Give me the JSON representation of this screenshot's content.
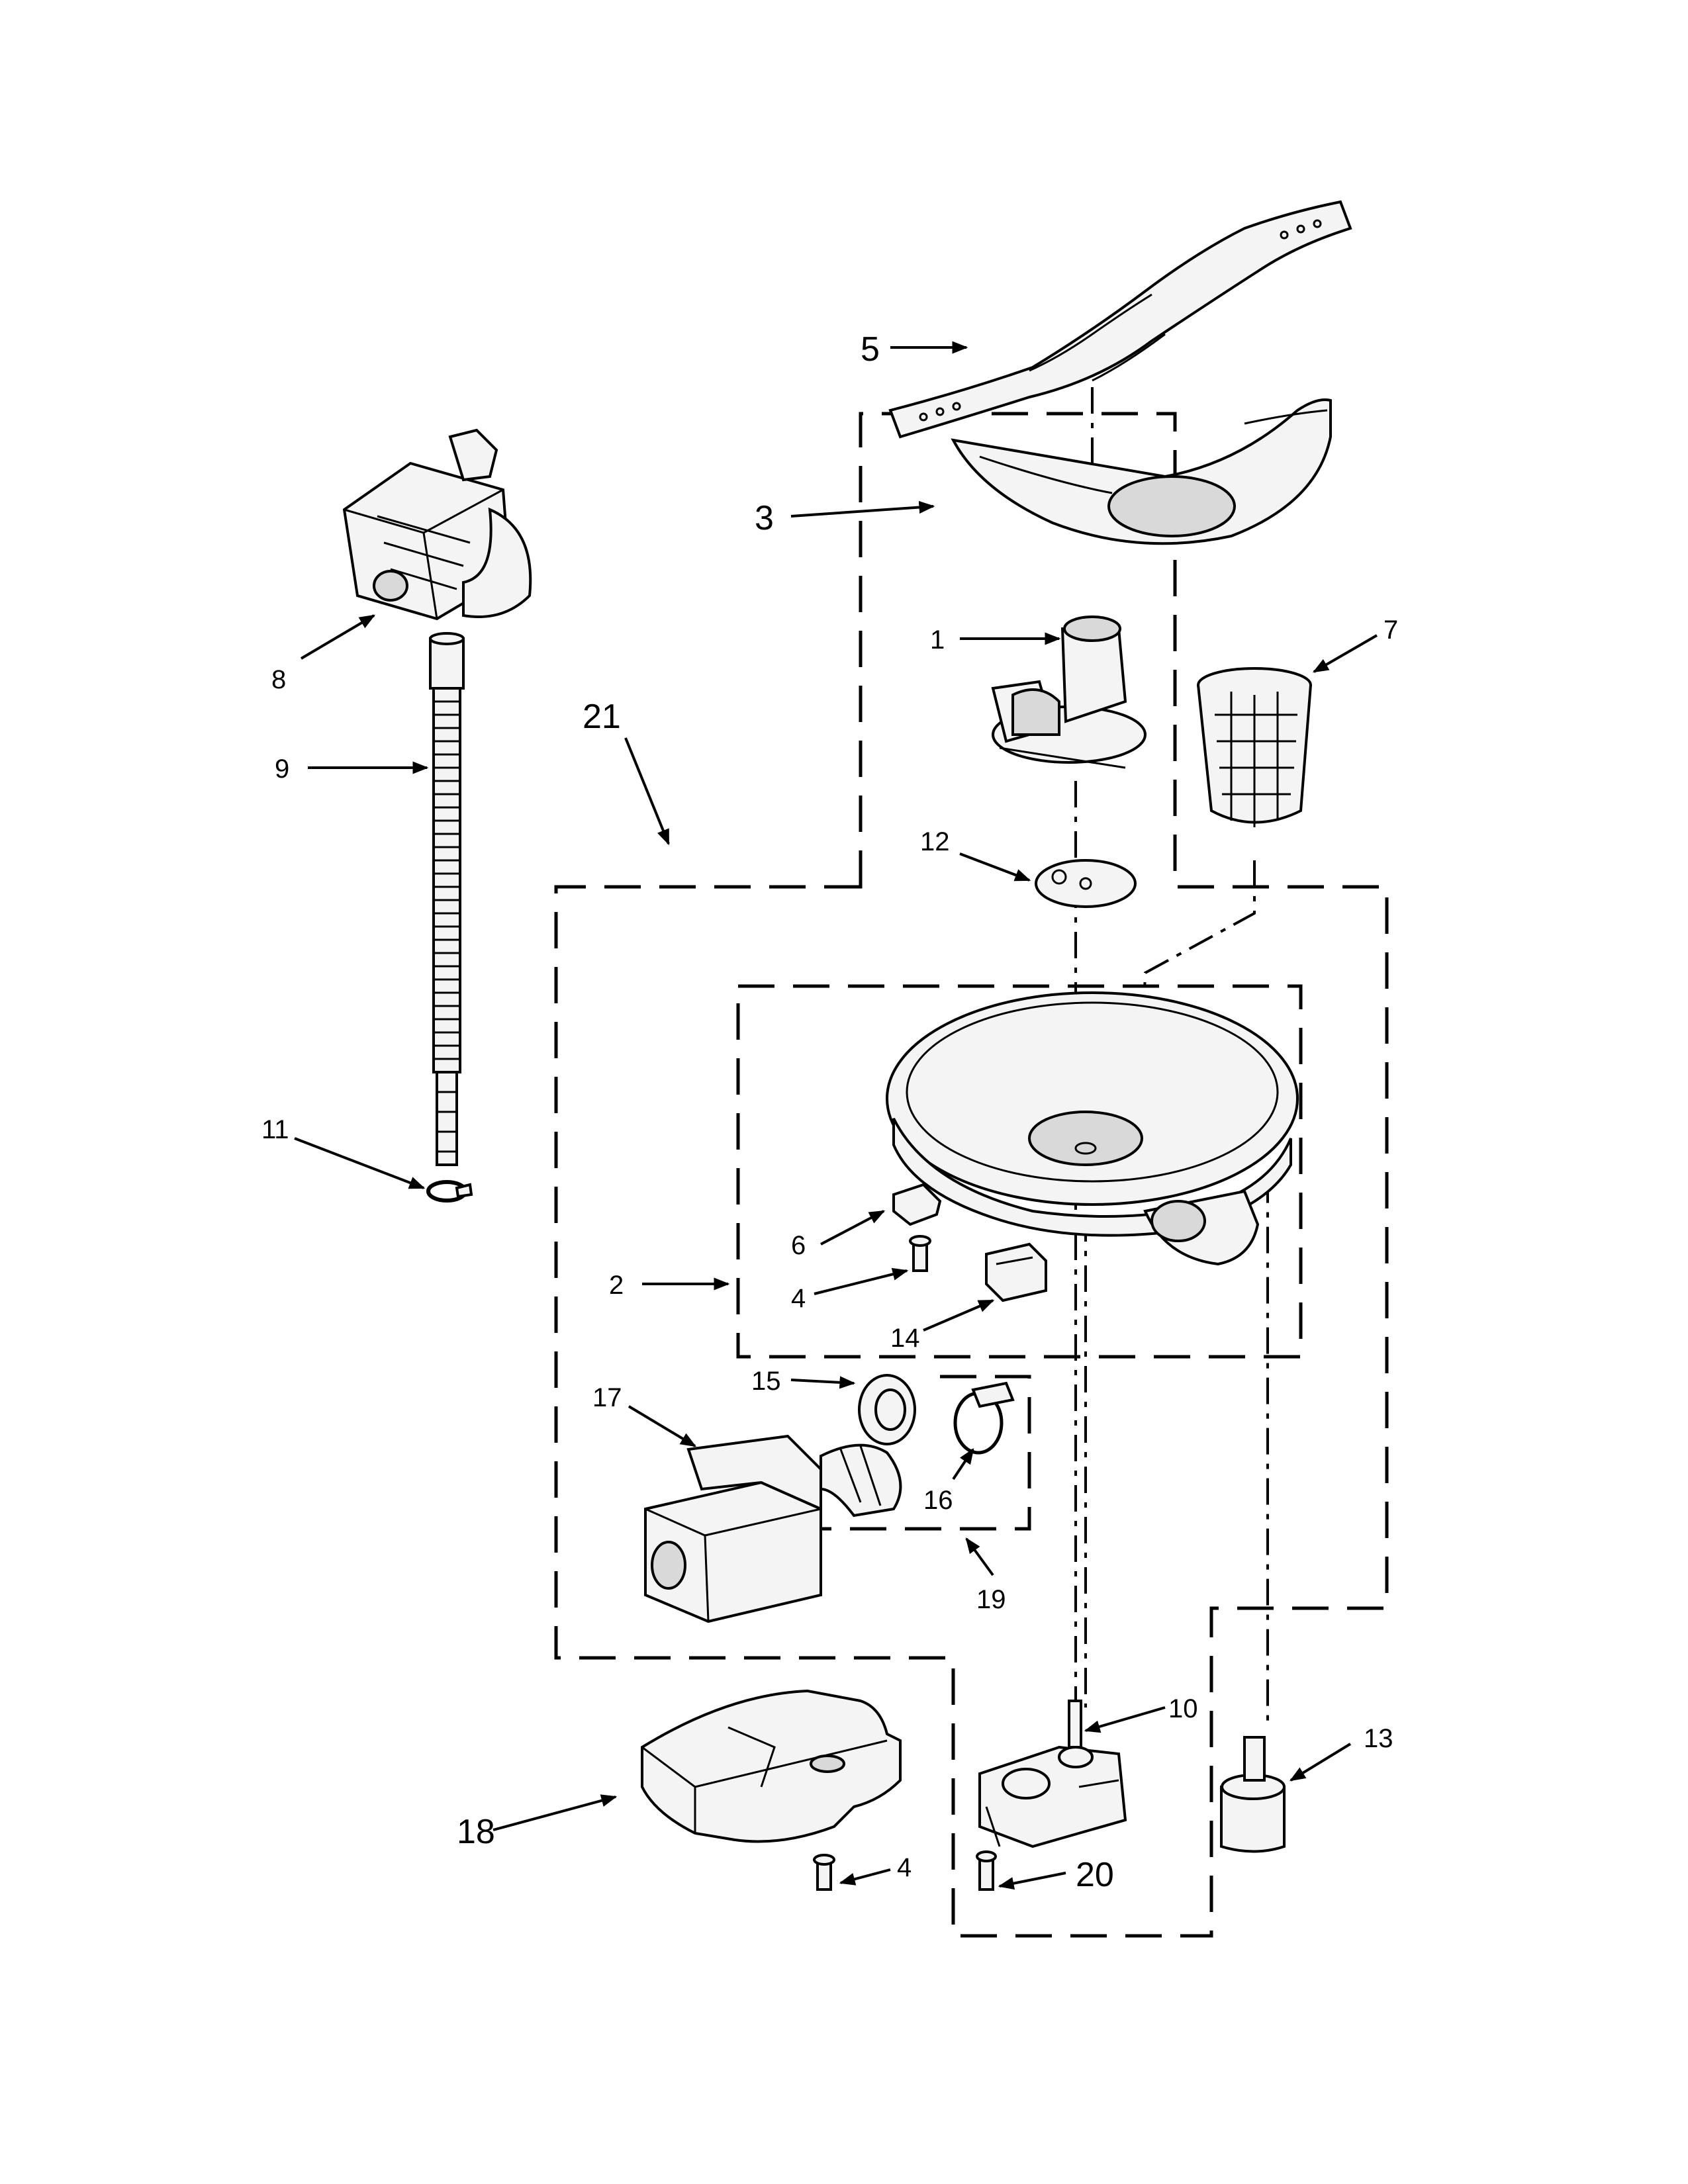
{
  "callouts": {
    "c1": "1",
    "c2": "2",
    "c3": "3",
    "c4a": "4",
    "c4b": "4",
    "c5": "5",
    "c6": "6",
    "c7": "7",
    "c8": "8",
    "c9": "9",
    "c10": "10",
    "c11": "11",
    "c12": "12",
    "c13": "13",
    "c14": "14",
    "c15": "15",
    "c16": "16",
    "c17": "17",
    "c18": "18",
    "c19": "19",
    "c20": "20",
    "c21": "21"
  }
}
